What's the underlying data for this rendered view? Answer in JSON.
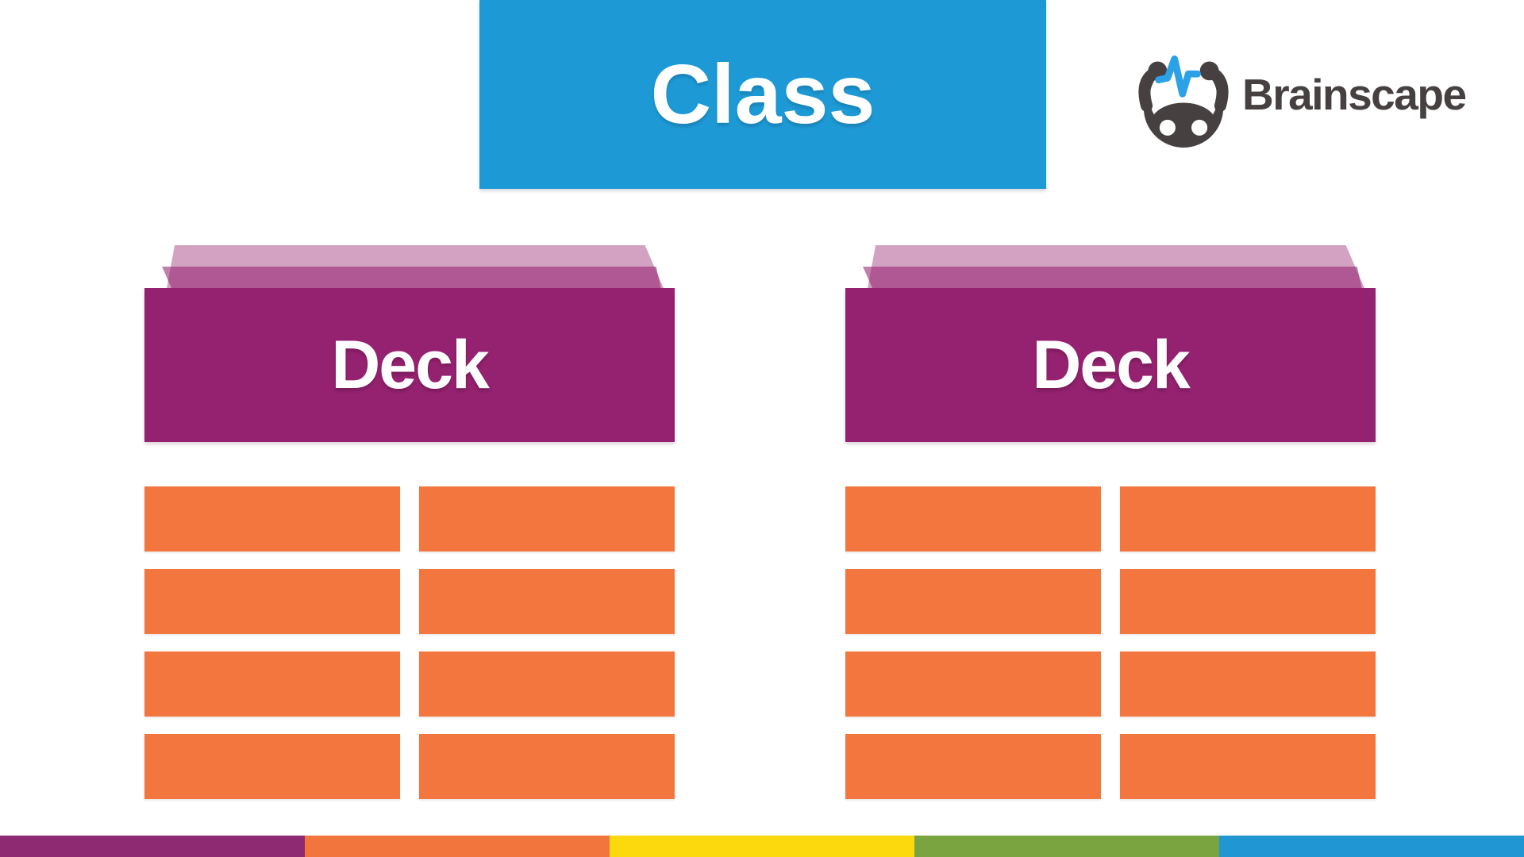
{
  "header": {
    "class_label": "Class"
  },
  "brand": {
    "name": "Brainscape"
  },
  "decks": [
    {
      "label": "Deck",
      "card_count": 8
    },
    {
      "label": "Deck",
      "card_count": 8
    }
  ],
  "card_grid": {
    "rows": 4,
    "columns": 2
  },
  "colors": {
    "class_blue": "#1d9ad5",
    "deck_purple": "#952270",
    "deck_sheet_light": "rgba(149,34,112,0.42)",
    "deck_sheet_mid": "rgba(149,34,112,0.58)",
    "card_orange": "#f3763e",
    "logo_dark": "#474041",
    "logo_pulse_blue": "#2ba1e6",
    "footer_stripe": [
      "#8e2a72",
      "#f2753d",
      "#fbd90d",
      "#79a440",
      "#2096d3"
    ]
  }
}
